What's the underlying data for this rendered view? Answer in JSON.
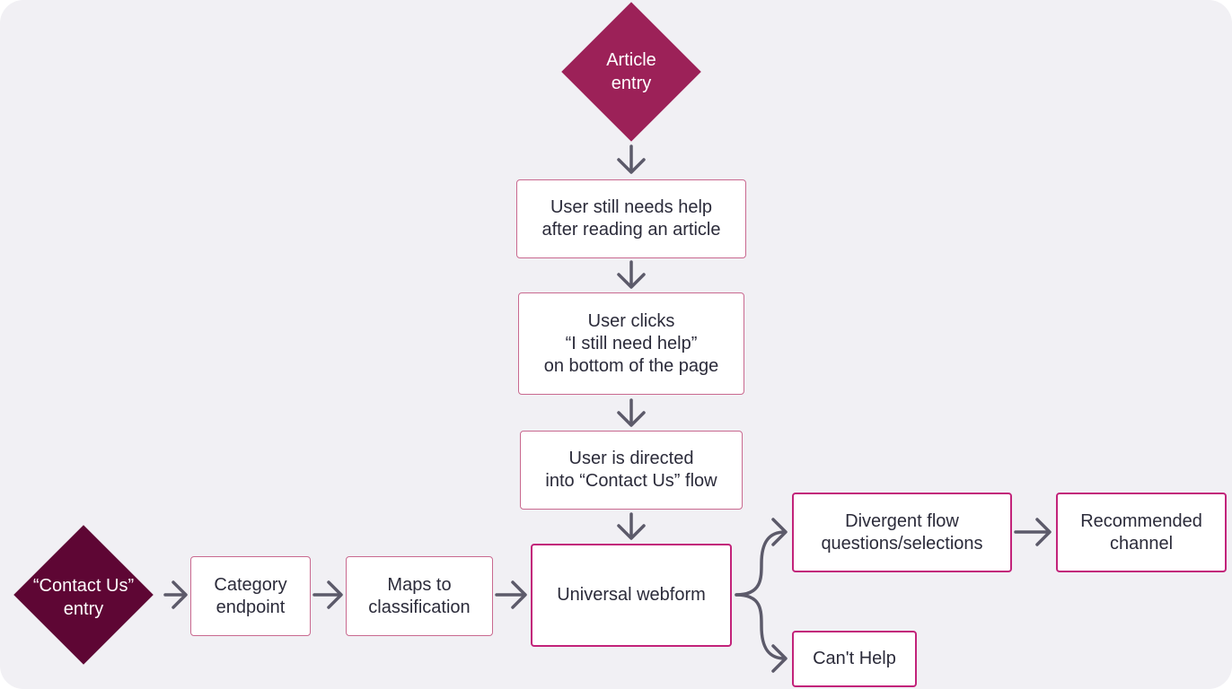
{
  "colors": {
    "article_diamond": "#9c2158",
    "contact_diamond": "#5e0634",
    "box_border_soft": "#c9698f",
    "box_border_strong": "#c2237a",
    "arrow": "#5c5a6a",
    "background": "#f1f0f4"
  },
  "nodes": {
    "article_entry": [
      "Article",
      "entry"
    ],
    "still_needs_help": [
      "User still needs help",
      "after reading an article"
    ],
    "user_clicks": [
      "User clicks",
      "“I still need help”",
      "on bottom of the page"
    ],
    "directed": [
      "User is directed",
      "into “Contact Us” flow"
    ],
    "contact_entry": [
      "“Contact Us”",
      "entry"
    ],
    "category_endpoint": [
      "Category",
      "endpoint"
    ],
    "maps_classification": [
      "Maps to",
      "classification"
    ],
    "universal_webform": [
      "Universal webform"
    ],
    "divergent_flow": [
      "Divergent flow",
      "questions/selections"
    ],
    "recommended_channel": [
      "Recommended",
      "channel"
    ],
    "cant_help": [
      "Can't Help"
    ]
  },
  "edges": [
    [
      "article_entry",
      "still_needs_help"
    ],
    [
      "still_needs_help",
      "user_clicks"
    ],
    [
      "user_clicks",
      "directed"
    ],
    [
      "directed",
      "universal_webform"
    ],
    [
      "contact_entry",
      "category_endpoint"
    ],
    [
      "category_endpoint",
      "maps_classification"
    ],
    [
      "maps_classification",
      "universal_webform"
    ],
    [
      "universal_webform",
      "divergent_flow"
    ],
    [
      "universal_webform",
      "cant_help"
    ],
    [
      "divergent_flow",
      "recommended_channel"
    ]
  ]
}
